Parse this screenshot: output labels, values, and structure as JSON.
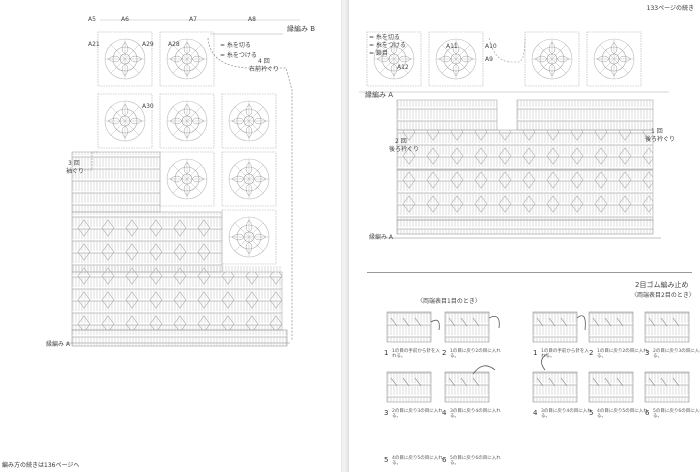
{
  "left_page": {
    "motif_labels": [
      "A5",
      "A6",
      "A7",
      "A8",
      "A21",
      "A29",
      "A28",
      "A30"
    ],
    "side_labels": {
      "edge_b": "縁編み B",
      "round4": "4 回",
      "round4_sub": "右前衿ぐり",
      "round3": "3 回",
      "round3_sub": "袖ぐり",
      "edge_a": "縁編み A"
    },
    "legend": [
      "= 糸を切る",
      "= 糸をつける"
    ],
    "footer": "編み方の続きは136ページへ"
  },
  "right_page": {
    "header": "133ページの続き",
    "motif_labels": [
      "A11",
      "A10",
      "A9",
      "A12"
    ],
    "side_labels": {
      "edge_a": "縁編み A",
      "round2": "2 回",
      "round2_sub": "後ろ衿ぐり",
      "round1": "1 回",
      "round1_sub": "後ろ衿ぐり",
      "edge_a_bottom": "縁編み A"
    },
    "legend": [
      "= 糸を切る",
      "= 糸をつける",
      "= 鎖目"
    ],
    "section_title": "2目ゴム編み止め",
    "left_caption": "〈両端表目1目のとき〉",
    "right_caption": "〈両端表目2目のとき〉",
    "steps": [
      {
        "num": "1",
        "text": "1の目の手前から針を入れる。"
      },
      {
        "num": "2",
        "text": "1の目に戻り2の目に入れる。"
      },
      {
        "num": "3",
        "text": "2の目に戻り3の目に入れる。"
      },
      {
        "num": "4",
        "text": "3の目に戻り4の目に入れる。"
      },
      {
        "num": "5",
        "text": "4の目に戻り5の目に入れる。"
      },
      {
        "num": "6",
        "text": "5の目に戻り6の目に入れる。"
      },
      {
        "num": "1",
        "text": "1の目の手前から針を入れる。"
      },
      {
        "num": "2",
        "text": "1の目に戻り2の目に入れる。"
      },
      {
        "num": "3",
        "text": "2の目に戻り3の目に入れる。"
      },
      {
        "num": "4",
        "text": "3の目に戻り4の目に入れる。"
      },
      {
        "num": "5",
        "text": "4の目に戻り5の目に入れる。"
      },
      {
        "num": "6",
        "text": "5の目に戻り6の目に入れる。"
      }
    ]
  }
}
